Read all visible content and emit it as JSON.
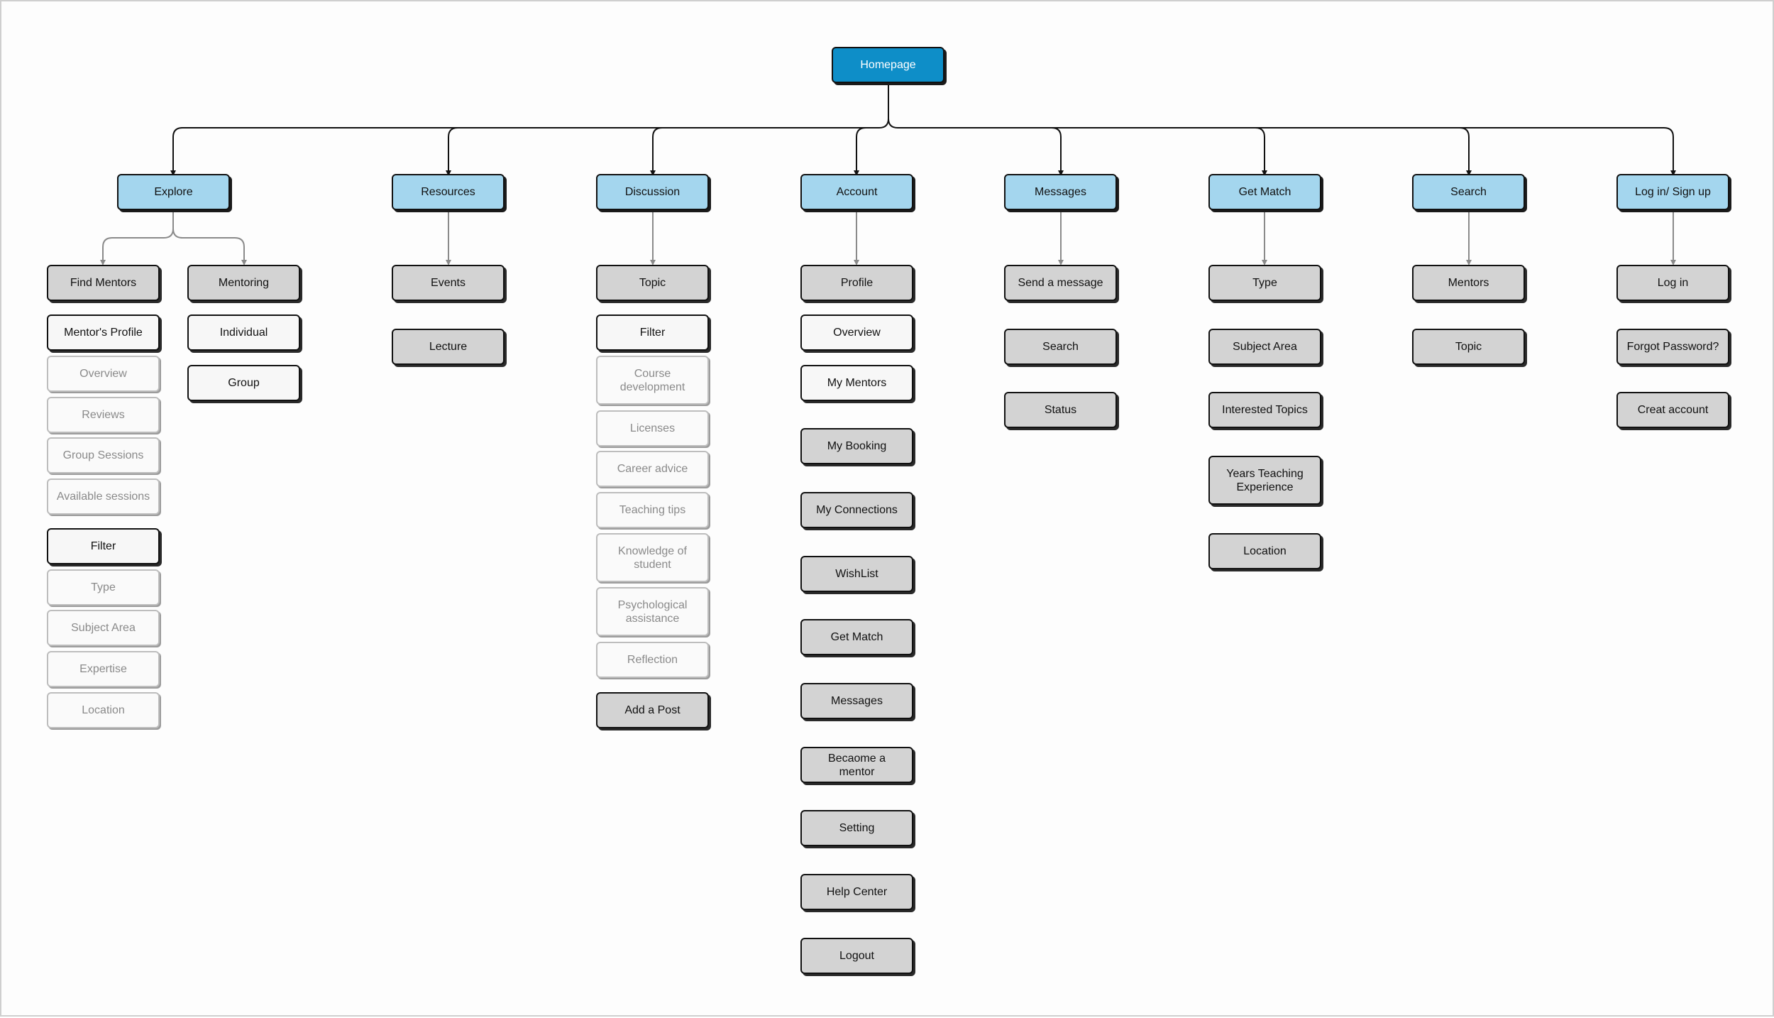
{
  "root": "Homepage",
  "categories": [
    "Explore",
    "Resources",
    "Discussion",
    "Account",
    "Messages",
    "Get Match",
    "Search",
    "Log in/ Sign up"
  ],
  "explore": {
    "find_mentors": "Find Mentors",
    "mentoring": "Mentoring",
    "mentors_profile": "Mentor's Profile",
    "profile_items": [
      "Overview",
      "Reviews",
      "Group Sessions",
      "Available sessions"
    ],
    "filter": "Filter",
    "filter_items": [
      "Type",
      "Subject Area",
      "Expertise",
      "Location"
    ],
    "mentoring_items": [
      "Individual",
      "Group"
    ]
  },
  "resources": {
    "items": [
      "Events",
      "Lecture"
    ]
  },
  "discussion": {
    "topic": "Topic",
    "filter": "Filter",
    "filter_items": [
      "Course development",
      "Licenses",
      "Career advice",
      "Teaching tips",
      "Knowledge of student",
      "Psychological assistance",
      "Reflection"
    ],
    "add_post": "Add a Post"
  },
  "account": {
    "profile": "Profile",
    "profile_items": [
      "Overview",
      "My Mentors"
    ],
    "items": [
      "My Booking",
      "My Connections",
      "WishList",
      "Get Match",
      "Messages",
      "Becaome a mentor",
      "Setting",
      "Help Center",
      "Logout"
    ]
  },
  "messages": {
    "items": [
      "Send a message",
      "Search",
      "Status"
    ]
  },
  "get_match": {
    "items": [
      "Type",
      "Subject Area",
      "Interested Topics",
      "Years Teaching Experience",
      "Location"
    ]
  },
  "search": {
    "items": [
      "Mentors",
      "Topic"
    ]
  },
  "login": {
    "items": [
      "Log in",
      "Forgot Password?",
      "Creat account"
    ]
  },
  "colors": {
    "root": "#0e8ec8",
    "category": "#a4d6ee",
    "gray_node": "#d3d3d3",
    "white_node": "#f7f7f7",
    "ghost_text": "#8a8a8a"
  }
}
